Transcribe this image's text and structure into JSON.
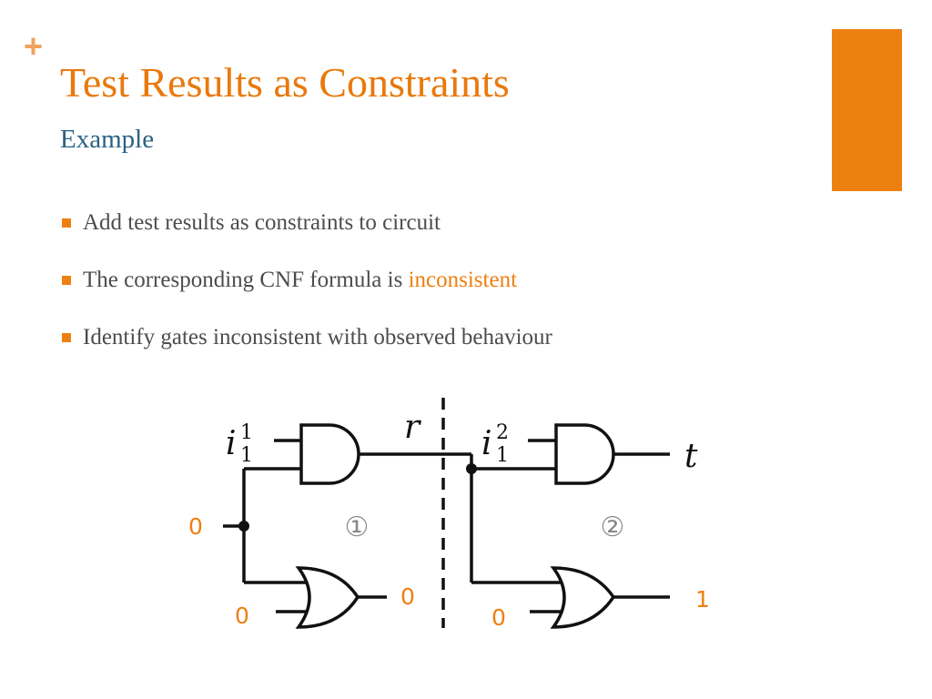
{
  "slide": {
    "plus_glyph": "+",
    "title": "Test Results as Constraints",
    "subtitle": "Example"
  },
  "bullets": [
    {
      "text": "Add test results as constraints to circuit",
      "highlight": ""
    },
    {
      "text": "The corresponding CNF formula is ",
      "highlight": "inconsistent"
    },
    {
      "text": "Identify gates inconsistent with observed behaviour",
      "highlight": ""
    }
  ],
  "circuit": {
    "input_label_1": {
      "base": "i",
      "sup": "1",
      "sub": "1"
    },
    "input_label_2": {
      "base": "i",
      "sup": "2",
      "sub": "1"
    },
    "wire_r": "r",
    "output_t": "t",
    "region_1": "①",
    "region_2": "②",
    "values": {
      "left_input": "0",
      "left_or_input": "0",
      "left_or_output": "0",
      "right_or_input": "0",
      "right_or_output": "1"
    }
  },
  "colors": {
    "accent": "#ee7f11",
    "title": "#e9790d",
    "subtitle": "#2b6185",
    "body_text": "#4c4c4c"
  }
}
